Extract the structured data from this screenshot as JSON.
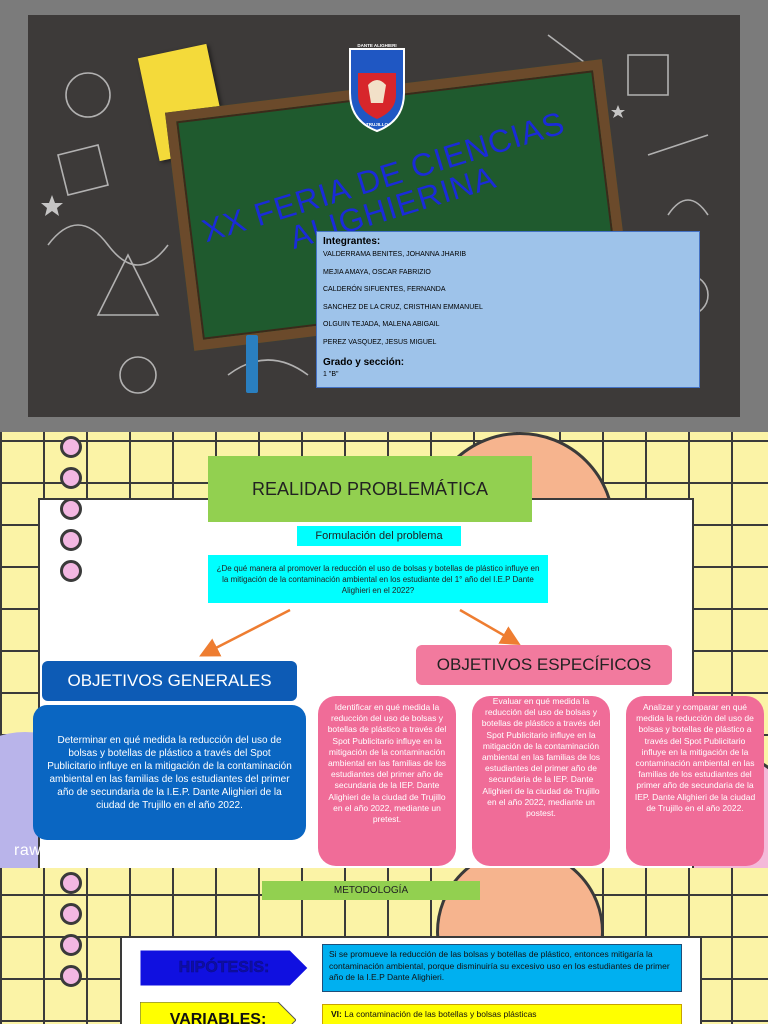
{
  "slide1": {
    "title": "XX FERIA DE CIENCIAS ALIGHIERINA",
    "crest_top_text": "DANTE ALIGHIERI",
    "crest_bottom_text": "TRUJILLO",
    "members_header": "Integrantes:",
    "members": [
      "VALDERRAMA BENITES, JOHANNA JHARIB",
      "MEJIA AMAYA, OSCAR FABRIZIO",
      "CALDERÓN SIFUENTES, FERNANDA",
      "SANCHEZ DE LA CRUZ, CRISTHIAN EMMANUEL",
      "OLGUIN TEJADA, MALENA ABIGAIL",
      "PEREZ VASQUEZ, JESUS MIGUEL"
    ],
    "grade_header": "Grado y sección:",
    "grade_value": "1 \"B\""
  },
  "slide2": {
    "title": "REALIDAD PROBLEMÁTICA",
    "formulation_label": "Formulación del problema",
    "question": "¿De qué manera al promover la reducción el uso de bolsas y botellas de plástico influye en la mitigación de la contaminación ambiental en los estudiante del 1° año del I.E.P Dante Alighieri en el 2022?",
    "general_title": "OBJETIVOS GENERALES",
    "general_text": "Determinar en qué medida la reducción del uso de bolsas y botellas de plástico a través del Spot Publicitario influye en la mitigación de la contaminación ambiental en las familias de los estudiantes del primer año de secundaria de la I.E.P. Dante Alighieri de la ciudad de Trujillo en el año 2022.",
    "specific_title": "OBJETIVOS ESPECÍFICOS",
    "specific_items": [
      "Identificar en qué medida la reducción del uso de bolsas y botellas de plástico a través del Spot Publicitario influye en la mitigación de la contaminación ambiental en las familias de los estudiantes del primer año de secundaria de la IEP. Dante Alighieri de la ciudad de Trujillo en el año 2022, mediante un pretest.",
      "Evaluar en qué medida la reducción del uso de bolsas y botellas de plástico a través del Spot Publicitario influye en la mitigación de la contaminación ambiental en las familias de los estudiantes del primer año de secundaria de la IEP. Dante Alighieri de la ciudad de Trujillo en el año 2022, mediante un postest.",
      "Analizar y comparar en qué medida la reducción del uso de bolsas y botellas de plástico a través del Spot Publicitario influye en la mitigación de la contaminación ambiental en las familias de los estudiantes del primer año de secundaria de la IEP. Dante Alighieri de la ciudad de Trujillo en el año 2022."
    ],
    "watermark": "rawpixel"
  },
  "slide3": {
    "title": "METODOLOGÍA",
    "hypothesis_label": "HIPÓTESIS:",
    "hypothesis_text": "Si se promueve la reducción de las bolsas y botellas de plástico, entonces mitigaría la contaminación ambiental, porque disminuiría su excesivo uso en los estudiantes de primer año de la I.E.P Dante Alighieri.",
    "variables_label": "VARIABLES:",
    "vi_prefix": "VI:",
    "vi_text": "La contaminación de las botellas y bolsas plásticas"
  },
  "colors": {
    "green": "#92d050",
    "cyan": "#00ffff",
    "blue": "#0a66c2",
    "pink": "#f06c98",
    "yellow_bg": "#fbf3a6",
    "title_blue": "#1a2bd8"
  }
}
